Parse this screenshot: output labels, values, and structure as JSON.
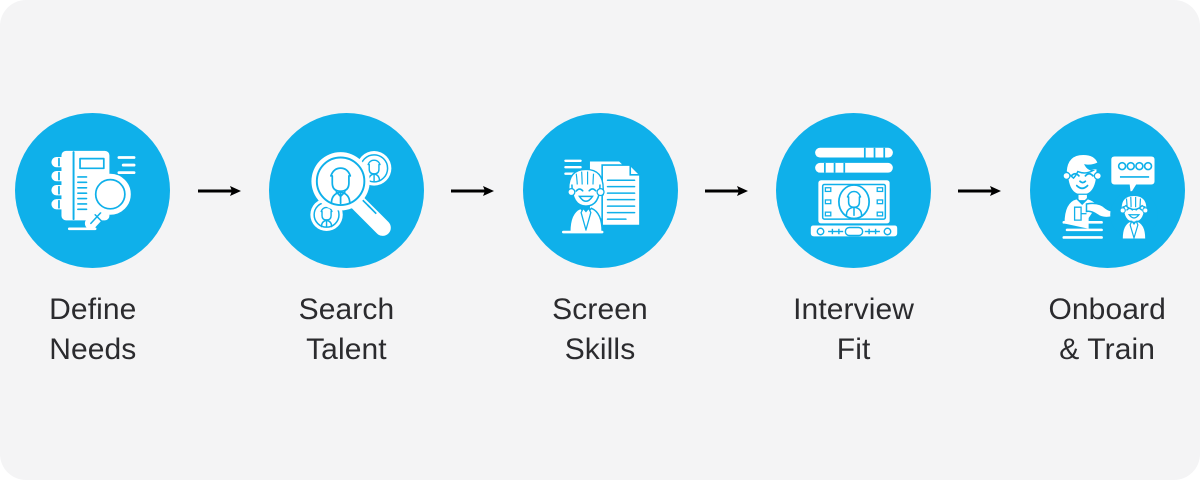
{
  "diagram": {
    "type": "process-flow",
    "orientation": "horizontal",
    "background_color": "#f4f4f5",
    "page_background_color": "#ffffff",
    "badge_color": "#0fb0ea",
    "icon_color": "#ffffff",
    "label_color": "#2b2b2e",
    "arrow_color": "#000000",
    "step_count": 5,
    "steps": [
      {
        "index": 1,
        "label": "Define\nNeeds",
        "line1": "Define",
        "line2": "Needs",
        "icon": "notebook-magnifier-icon"
      },
      {
        "index": 2,
        "label": "Search\nTalent",
        "line1": "Search",
        "line2": "Talent",
        "icon": "people-search-magnifier-icon"
      },
      {
        "index": 3,
        "label": "Screen\nSkills",
        "line1": "Screen",
        "line2": "Skills",
        "icon": "person-resume-documents-icon"
      },
      {
        "index": 4,
        "label": "Interview\nFit",
        "line1": "Interview",
        "line2": "Fit",
        "icon": "laptop-video-interview-icon"
      },
      {
        "index": 5,
        "label": "Onboard\n& Train",
        "line1": "Onboard",
        "line2": "& Train",
        "icon": "trainer-speech-bubble-trainee-icon"
      }
    ],
    "connectors": [
      {
        "index": 1,
        "icon": "arrow-right-icon",
        "between": "Define Needs -> Search Talent"
      },
      {
        "index": 2,
        "icon": "arrow-right-icon",
        "between": "Search Talent -> Screen Skills"
      },
      {
        "index": 3,
        "icon": "arrow-right-icon",
        "between": "Screen Skills -> Interview Fit"
      },
      {
        "index": 4,
        "icon": "arrow-right-icon",
        "between": "Interview Fit -> Onboard & Train"
      }
    ]
  }
}
